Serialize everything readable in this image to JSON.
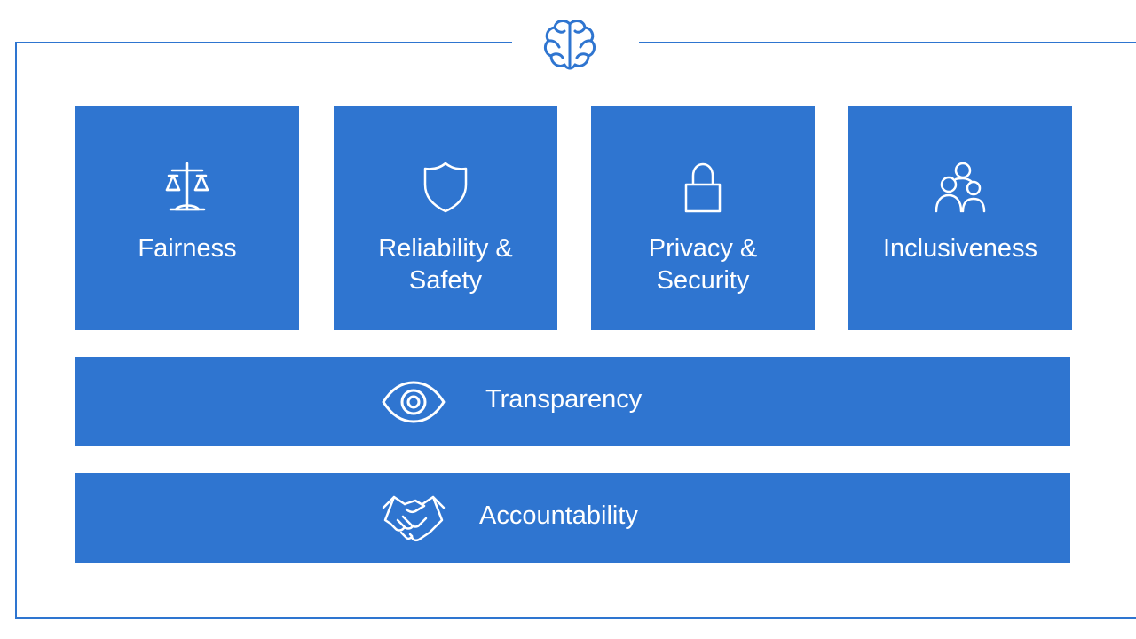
{
  "header": {
    "icon": "brain-icon"
  },
  "tiles": [
    {
      "label": "Fairness",
      "icon": "balance-scale-icon"
    },
    {
      "label": "Reliability &\nSafety",
      "icon": "shield-icon"
    },
    {
      "label": "Privacy &\nSecurity",
      "icon": "padlock-icon"
    },
    {
      "label": "Inclusiveness",
      "icon": "people-group-icon"
    }
  ],
  "bars": [
    {
      "label": "Transparency",
      "icon": "eye-icon"
    },
    {
      "label": "Accountability",
      "icon": "handshake-icon"
    }
  ],
  "colors": {
    "accent": "#2f75d0",
    "background": "#ffffff",
    "text_on_accent": "#ffffff"
  }
}
